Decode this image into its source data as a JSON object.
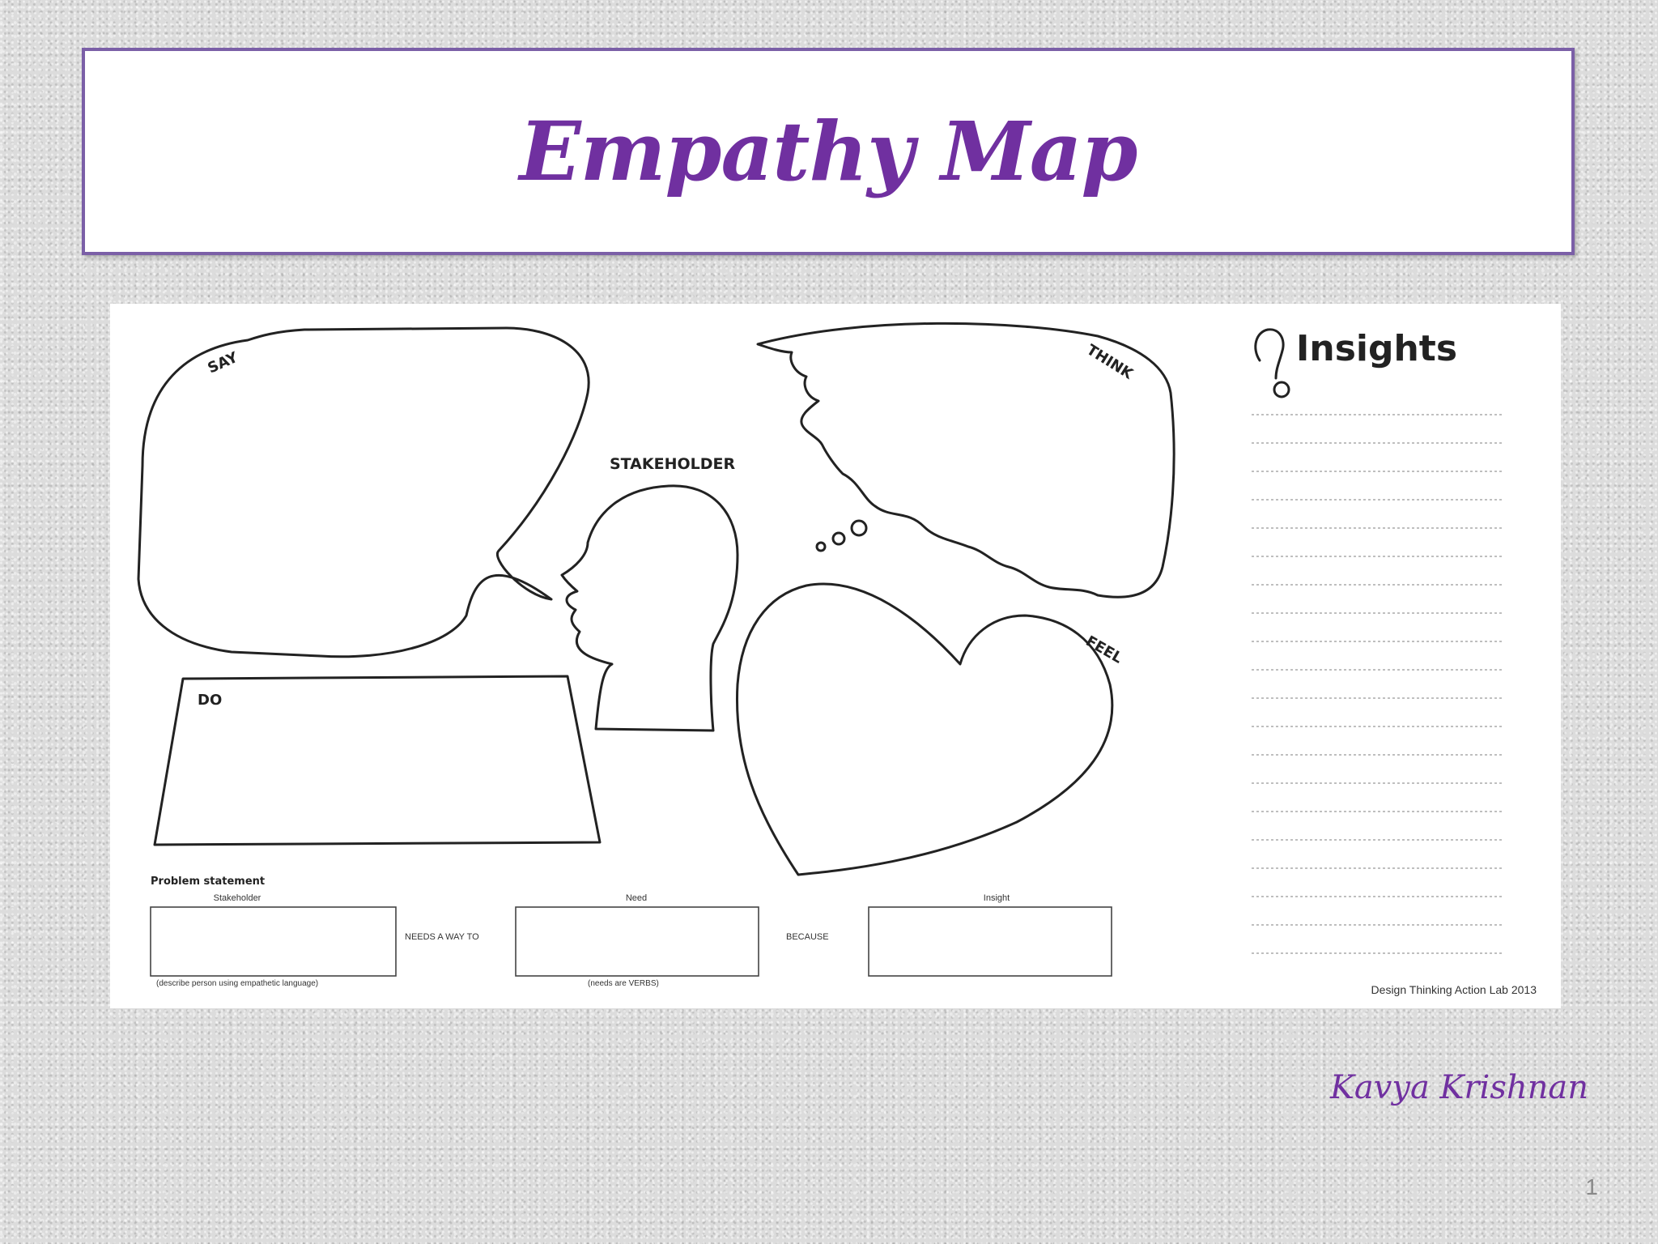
{
  "slide": {
    "title": "Empathy Map",
    "author": "Kavya Krishnan",
    "page_number": "1"
  },
  "empathy_map": {
    "quadrants": {
      "say": "SAY",
      "think": "THINK",
      "do": "DO",
      "feel": "FEEL"
    },
    "center_label": "STAKEHOLDER",
    "insights_title": "Insights",
    "problem_statement": {
      "heading": "Problem statement",
      "col1_label": "Stakeholder",
      "connector1": "NEEDS A WAY TO",
      "col2_label": "Need",
      "connector2": "BECAUSE",
      "col3_label": "Insight",
      "note1": "(describe person using empathetic language)",
      "note2": "(needs are VERBS)"
    },
    "credit": "Design Thinking Action Lab 2013"
  },
  "colors": {
    "title": "#7030a0",
    "title_border": "#7b5fa7"
  },
  "icons": [
    "lightbulb-icon"
  ]
}
